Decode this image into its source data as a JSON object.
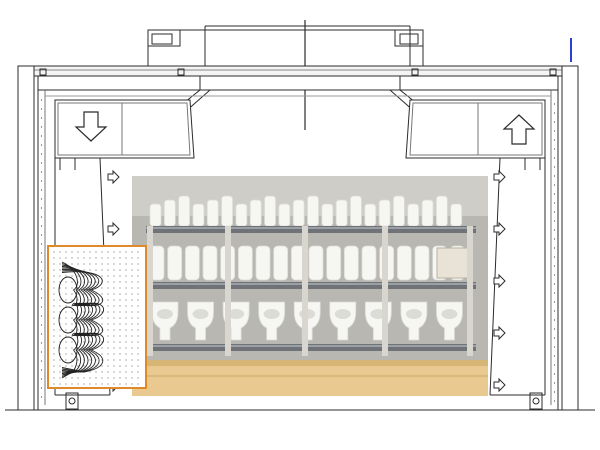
{
  "diagram": {
    "subject": "kiln-cross-section",
    "colors": {
      "line": "#2b2b2b",
      "thin_line": "#555555",
      "wall_fill": "#ffffff",
      "beam_fill": "#f4f4f4",
      "photo_bg": "#b9b7b2",
      "shelf_beam": "#6f7378",
      "shelf_post": "#d8d6cf",
      "ceramic": "#f6f6f3",
      "ceramic_shade": "#dcdcd6",
      "firebrick": "#e9c98f",
      "inset_border": "#e0892a",
      "inset_curve": "#222222",
      "dots": "#444444",
      "blue_mark": "#2b3fd1"
    },
    "arrows": {
      "left_fan_direction": "down",
      "right_fan_direction": "up",
      "left_flow_count": 5,
      "right_flow_count": 5
    },
    "kiln_car": {
      "deck_levels": 3,
      "top_row_items": 22,
      "middle_row_items": 18,
      "bottom_row_items": 9
    },
    "inset_chart": {
      "curve_count": 8
    }
  }
}
